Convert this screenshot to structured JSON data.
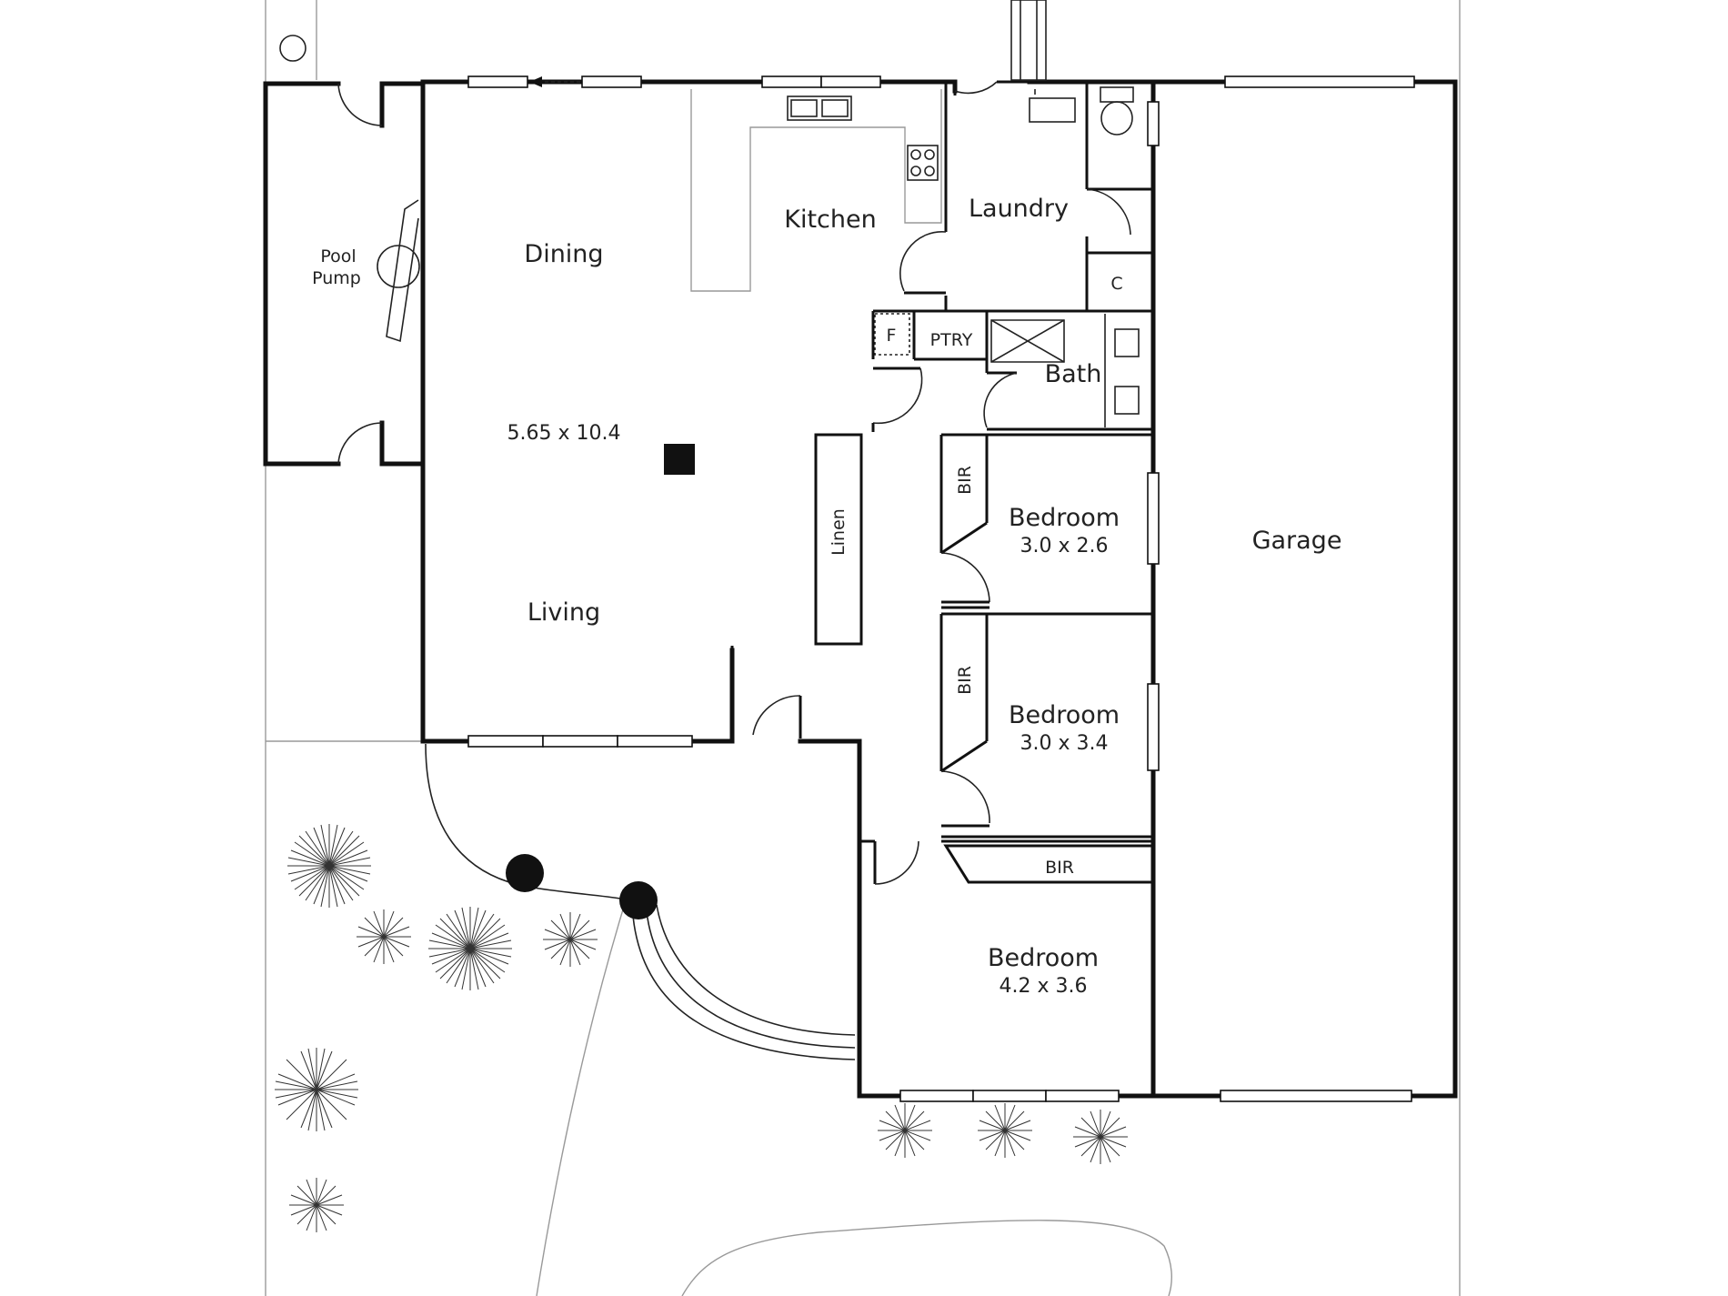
{
  "labels": {
    "pool_pump": [
      "Pool",
      "Pump"
    ],
    "dining": "Dining",
    "kitchen": "Kitchen",
    "laundry": "Laundry",
    "c": "C",
    "f": "F",
    "ptry": "PTRY",
    "bath": "Bath",
    "living_dims": "5.65 x 10.4",
    "living": "Living",
    "linen": "Linen",
    "bir_1": "BIR",
    "bir_2": "BIR",
    "bir_3": "BIR",
    "bedroom_1": "Bedroom",
    "bedroom_1_dims": "3.0 x 2.6",
    "bedroom_2": "Bedroom",
    "bedroom_2_dims": "3.0 x 3.4",
    "bedroom_3": "Bedroom",
    "bedroom_3_dims": "4.2 x 3.6",
    "garage": "Garage"
  }
}
